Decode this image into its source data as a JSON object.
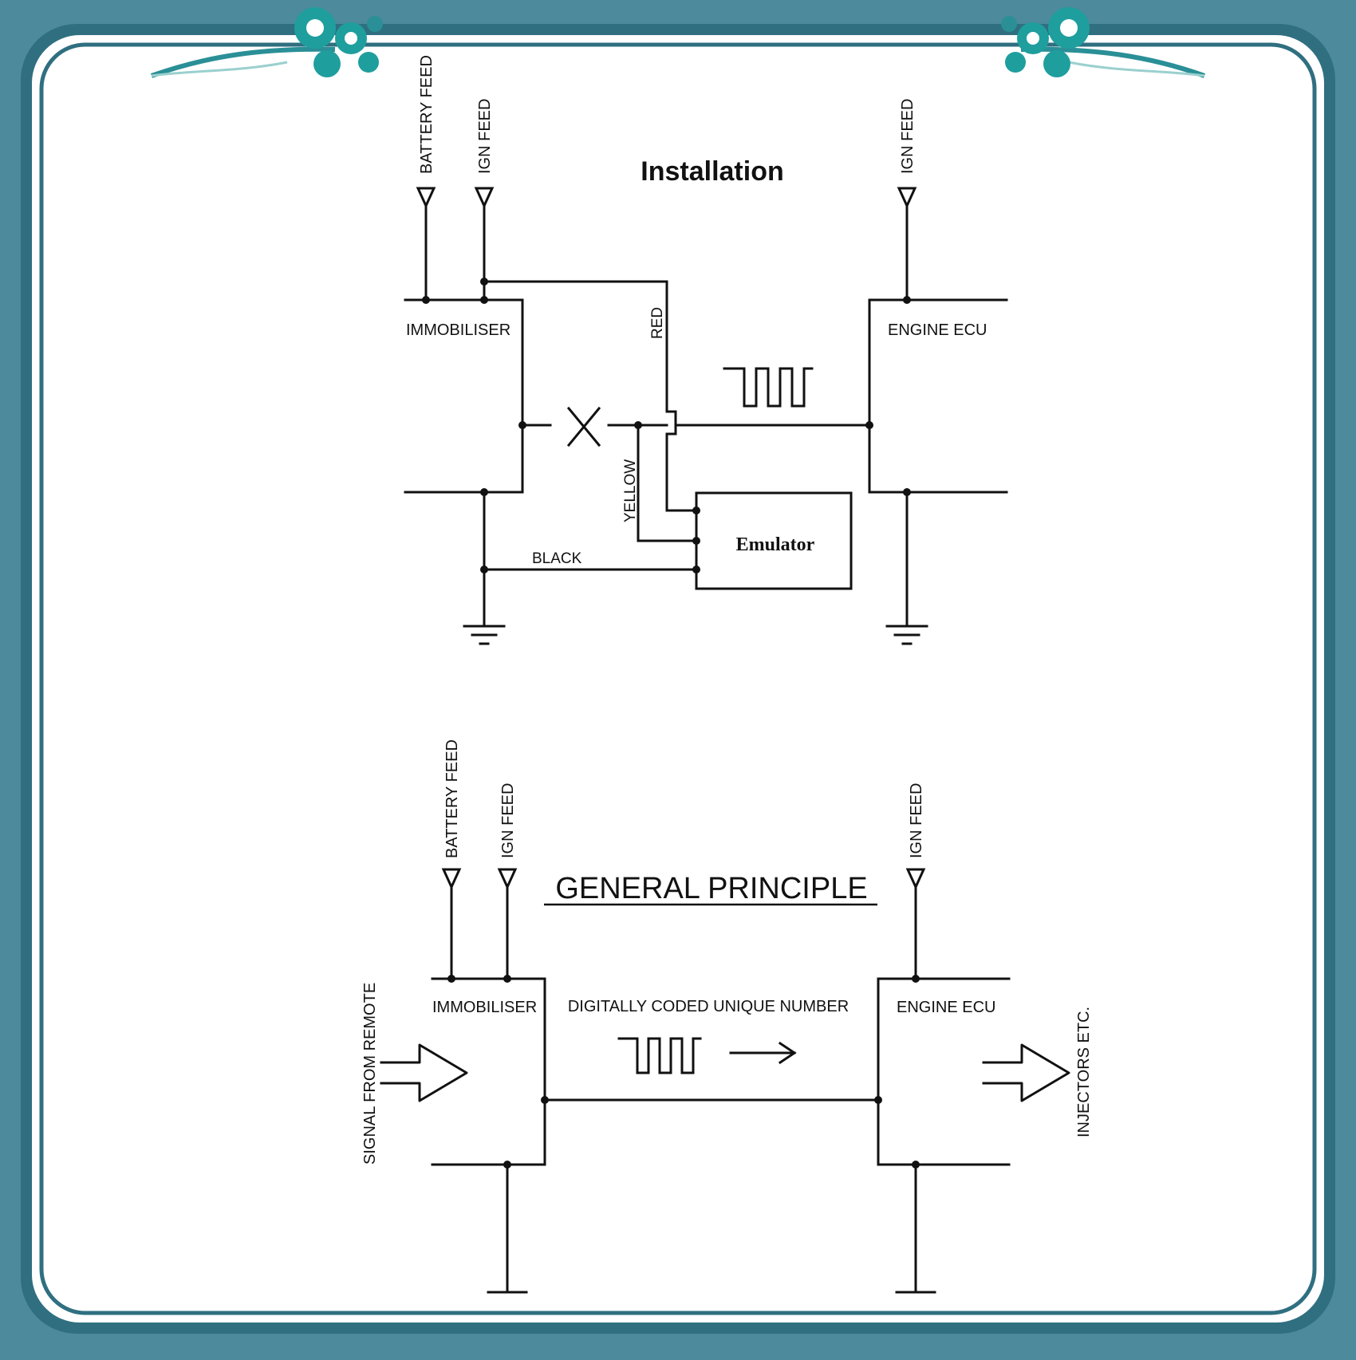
{
  "colors": {
    "frame_outer": "#4d8a9c",
    "frame_inner": "#2f6f80",
    "paper": "#ffffff",
    "ornament": "#1f9e9e",
    "ink": "#111111"
  },
  "installation": {
    "title": "Installation",
    "battery_feed": "BATTERY FEED",
    "ign_feed_left": "IGN FEED",
    "ign_feed_right": "IGN FEED",
    "immobiliser": "IMMOBILISER",
    "engine_ecu": "ENGINE ECU",
    "wire_red": "RED",
    "wire_yellow": "YELLOW",
    "wire_black": "BLACK",
    "emulator": "Emulator"
  },
  "general_principle": {
    "title": "GENERAL PRINCIPLE",
    "battery_feed": "BATTERY FEED",
    "ign_feed_left": "IGN FEED",
    "ign_feed_right": "IGN FEED",
    "immobiliser": "IMMOBILISER",
    "engine_ecu": "ENGINE ECU",
    "signal_caption": "DIGITALLY CODED UNIQUE NUMBER",
    "input_label": "SIGNAL FROM REMOTE",
    "output_label": "INJECTORS ETC."
  }
}
